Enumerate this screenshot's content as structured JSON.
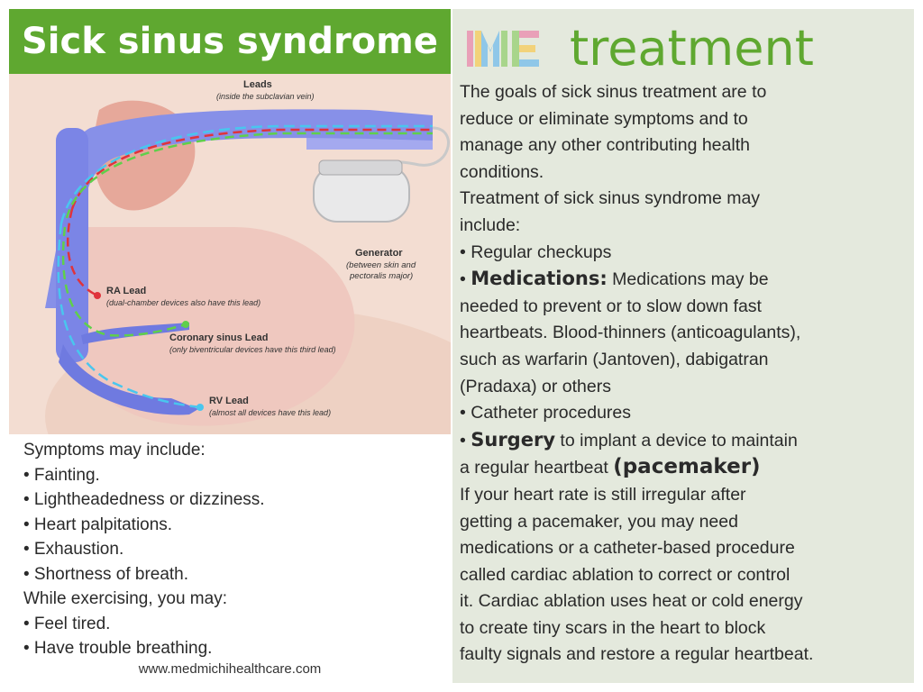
{
  "title": "Sick sinus syndrome",
  "logo": {
    "text": "ME"
  },
  "treatment_title": "treatment",
  "diagram": {
    "leads": "Leads",
    "leads_sub": "(inside the subclavian vein)",
    "generator": "Generator",
    "generator_sub1": "(between skin and",
    "generator_sub2": "pectoralis major)",
    "ra_lead": "RA Lead",
    "ra_sub": "(dual-chamber devices also have this lead)",
    "cs_lead": "Coronary sinus Lead",
    "cs_sub": "(only biventricular devices have this third lead)",
    "rv_lead": "RV Lead",
    "rv_sub": "(almost all devices have this lead)"
  },
  "symptoms": {
    "heading": "Symptoms may include:",
    "items": [
      "• Fainting.",
      "• Lightheadedness or dizziness.",
      "• Heart palpitations.",
      "• Exhaustion.",
      "• Shortness of breath."
    ],
    "exercise_heading": "While exercising, you may:",
    "exercise_items": [
      "• Feel tired.",
      "• Have trouble breathing."
    ]
  },
  "website": "www.medmichihealthcare.com",
  "treatment": {
    "intro": [
      "The goals of sick sinus treatment are to",
      "reduce or eliminate symptoms and to",
      "manage any other contributing health",
      "conditions."
    ],
    "may_include": [
      "Treatment of sick sinus syndrome may",
      "include:"
    ],
    "checkups": "• Regular checkups",
    "med_bullet": "• ",
    "med_label": "Medications:",
    "med_text1": " Medications may be",
    "med_rest": [
      "needed to prevent or to slow down fast",
      "heartbeats. Blood-thinners (anticoagulants),",
      "such as warfarin (Jantoven), dabigatran",
      "(Pradaxa) or others"
    ],
    "catheter": "• Catheter procedures",
    "surg_bullet": "• ",
    "surg_label": "Surgery",
    "surg_text": " to implant a device to maintain",
    "surg_text2": "a regular heartbeat ",
    "pacemaker": "(pacemaker)",
    "outro": [
      "If your heart rate is still irregular after",
      "getting a pacemaker, you may need",
      "medications or a catheter-based procedure",
      "called cardiac ablation to correct or control",
      "it. Cardiac ablation uses heat or cold energy",
      "to create tiny scars in the heart to block",
      "faulty signals and restore a regular heartbeat."
    ]
  },
  "colors": {
    "green": "#5fa830",
    "panel": "#e4e9dd",
    "vein": "#7b85e6",
    "ra_lead": "#e0333b",
    "cs_lead": "#5fd04a",
    "rv_lead": "#49c6ee"
  }
}
